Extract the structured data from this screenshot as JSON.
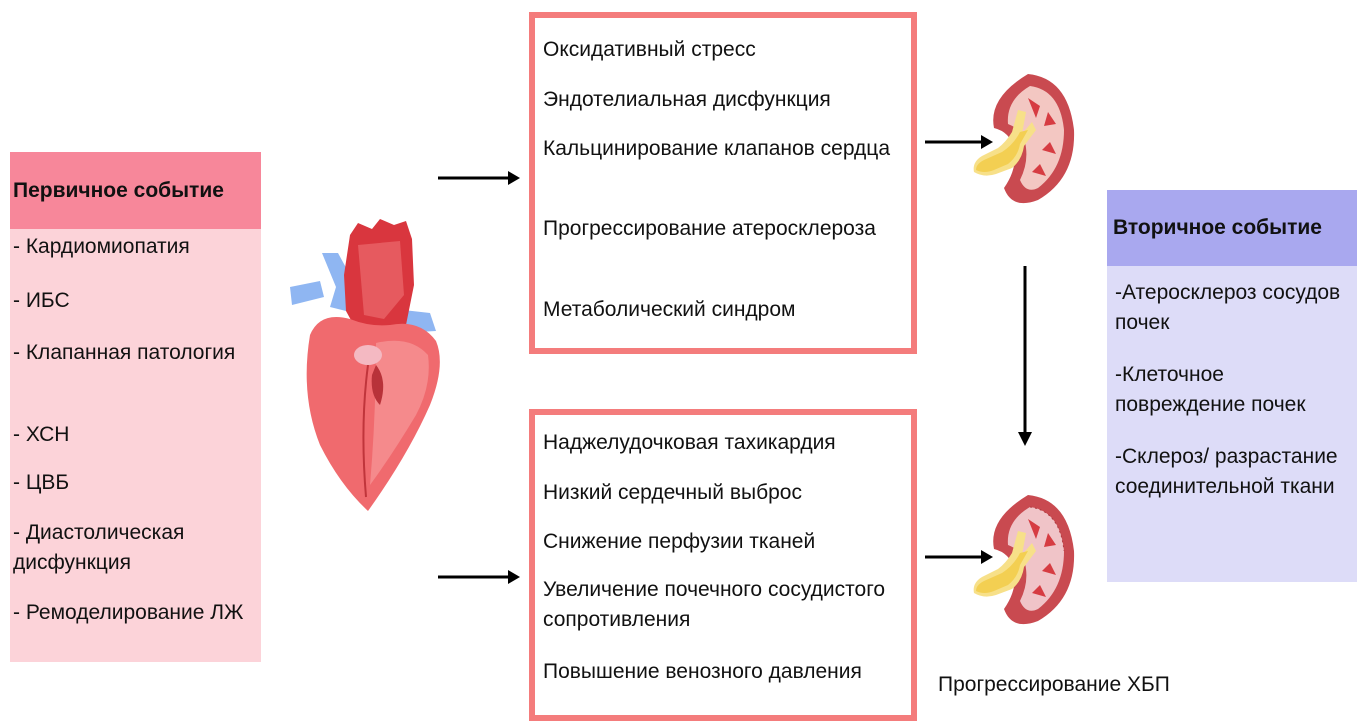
{
  "primary": {
    "title": "Первичное событие",
    "items": [
      "- Кардиомиопатия",
      "- ИБС",
      "- Клапанная патология",
      "- ХСН",
      "- ЦВБ",
      "- Диастолическая дисфункция",
      "- Ремоделирование ЛЖ"
    ]
  },
  "mechanisms_top": [
    "Оксидативный стресс",
    "Эндотелиальная дисфункция",
    "Кальцинирование клапанов сердца",
    "Прогрессирование атеросклероза",
    "Метаболический синдром"
  ],
  "mechanisms_bottom": [
    "Наджелудочковая тахикардия",
    "Низкий сердечный выброс",
    "Снижение перфузии тканей",
    "Увеличение почечного сосудистого сопротивления",
    "Повышение венозного давления"
  ],
  "secondary": {
    "title": "Вторичное событие",
    "items": [
      "-Атеросклероз сосудов почек",
      "-Клеточное повреждение почек",
      "-Склероз/ разрастание соединительной ткани"
    ]
  },
  "ckd_label": "Прогрессирование ХБП",
  "icons": [
    "heart-icon",
    "kidney-icon",
    "arrow-right-icon",
    "arrow-down-icon"
  ],
  "colors": {
    "primary_header": "#f7879a",
    "primary_bg": "#fcd3d9",
    "mechanism_border": "#f47c7c",
    "secondary_header": "#a9a8ef",
    "secondary_bg": "#dddcf8"
  }
}
